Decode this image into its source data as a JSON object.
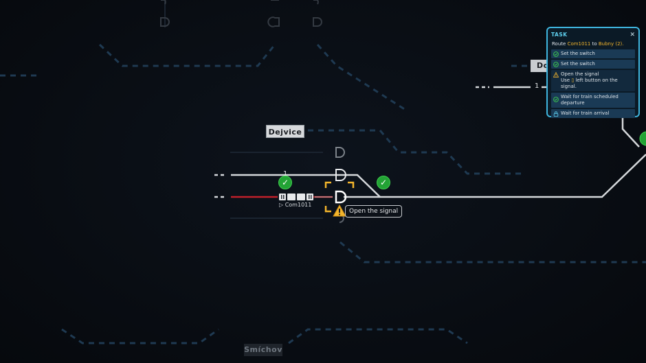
{
  "stations": {
    "dejvice": "Dejvice",
    "smichov": "Smíchov",
    "partial_right": "Do"
  },
  "track_numbers": [
    "1",
    "1"
  ],
  "train": {
    "name": "Com1011"
  },
  "tooltip": {
    "text": "Open the signal"
  },
  "task": {
    "title": "TASK",
    "close_icon": "close-icon",
    "route_prefix": "Route",
    "route_train": "Com1011",
    "route_middle": "to",
    "route_destination": "Bubny (2).",
    "items": [
      {
        "label": "Set the switch",
        "status": "done",
        "icon": "check-circle-icon"
      },
      {
        "label": "Set the switch",
        "status": "done",
        "icon": "check-circle-icon"
      },
      {
        "label": "Open the signal",
        "hint_before": "Use",
        "hint_after": "left button on the signal.",
        "status": "active",
        "icon": "warning-icon"
      },
      {
        "label": "Wait for train scheduled departure",
        "status": "done",
        "icon": "check-circle-icon"
      },
      {
        "label": "Wait for train arrival",
        "status": "locked",
        "icon": "lock-icon"
      }
    ]
  },
  "colors": {
    "accent": "#3fb6df",
    "highlight": "#f3b52c",
    "ok": "#23a335",
    "occupied_track": "#c2202a",
    "track": "#d5d8db"
  }
}
